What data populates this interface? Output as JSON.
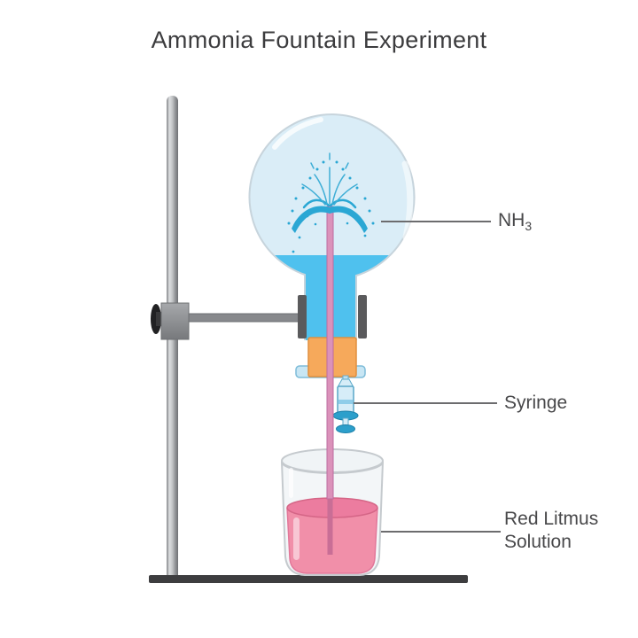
{
  "title": "Ammonia Fountain Experiment",
  "labels": {
    "gas_formula_main": "NH",
    "gas_formula_sub": "3",
    "syringe": "Syringe",
    "solution_line1": "Red Litmus",
    "solution_line2": "Solution"
  },
  "parts": [
    "retort-stand",
    "clamp",
    "round-bottom-flask",
    "fountain-spray",
    "glass-tube",
    "rubber-stopper",
    "syringe",
    "beaker",
    "red-litmus-solution"
  ],
  "colors": {
    "flask_glass": "#DAEDF7",
    "flask_outline": "#C7D4DC",
    "ammonia_water": "#4FC1EE",
    "fountain_spray": "#2AA7D4",
    "tube": "#DB92BA",
    "tube_in_liquid": "#C96E96",
    "stopper": "#F6A95B",
    "syringe_body": "#D6EDF8",
    "syringe_accent": "#2C9FCB",
    "litmus_solution": "#F18FA9",
    "litmus_surface": "#EC7C9F",
    "beaker_glass": "#F3F6F8",
    "beaker_outline": "#C5CACE",
    "stand_base": "#3D3D3F",
    "clamp_dark": "#5A5A5C",
    "leader_line": "#6C6C6E",
    "label_text": "#48484A",
    "title_text": "#3C3C3E"
  }
}
